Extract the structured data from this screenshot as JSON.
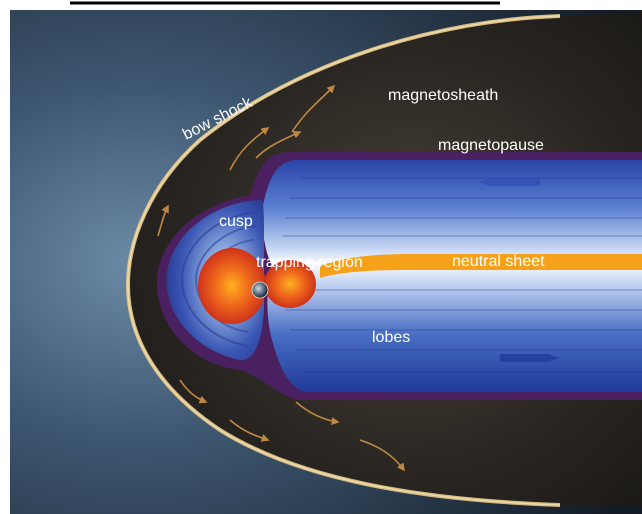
{
  "figure": {
    "labels": {
      "bow_shock": "bow shock",
      "magnetosheath": "magnetosheath",
      "magnetopause": "magnetopause",
      "cusp": "cusp",
      "trapping_region": "trapping region",
      "neutral_sheet": "neutral sheet",
      "lobes": "lobes"
    }
  },
  "colors": {
    "space": "#1a2a3c",
    "solar_wind": "#5b7a96",
    "magnetosheath": "#2c2a26",
    "bow_shock_edge": "#e8c98a",
    "magnetopause": "#4a2060",
    "lobe_blue": "#2a4fb0",
    "lobe_light": "#d8e6f8",
    "neutral_sheet": "#f5a21a",
    "radiation_belt": "#e8481c",
    "flow_arrow": "#d99a4a"
  },
  "icons": [
    "earth-icon",
    "flow-arrow-icon"
  ]
}
